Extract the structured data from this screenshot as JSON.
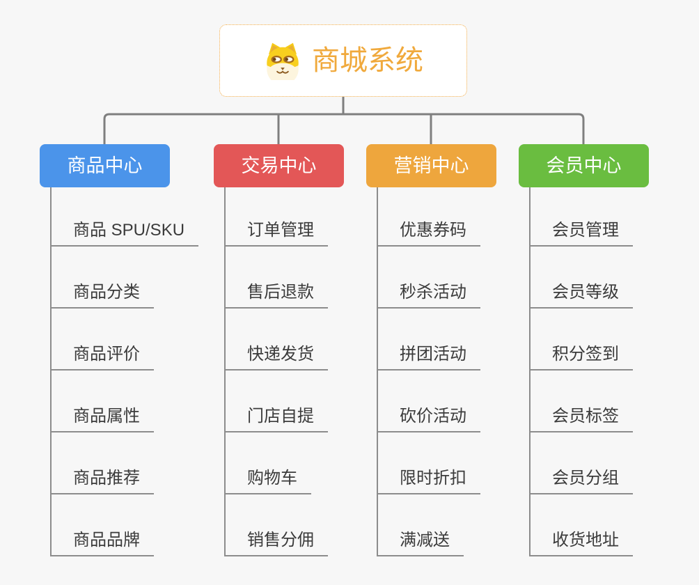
{
  "canvas": {
    "background_color": "#f7f7f7",
    "connector_color": "#7f7f7f",
    "thin_line_color": "#8c8c8c"
  },
  "root": {
    "title": "商城系统",
    "icon": "doge-icon",
    "text_color": "#f0a93c",
    "border_color": "#f2ab45"
  },
  "branches": [
    {
      "id": "product-center",
      "label": "商品中心",
      "color": "#4b94ea",
      "children": [
        {
          "label": "商品 SPU/SKU"
        },
        {
          "label": "商品分类"
        },
        {
          "label": "商品评价"
        },
        {
          "label": "商品属性"
        },
        {
          "label": "商品推荐"
        },
        {
          "label": "商品品牌"
        }
      ]
    },
    {
      "id": "trade-center",
      "label": "交易中心",
      "color": "#e35757",
      "children": [
        {
          "label": "订单管理"
        },
        {
          "label": "售后退款"
        },
        {
          "label": "快递发货"
        },
        {
          "label": "门店自提"
        },
        {
          "label": "购物车"
        },
        {
          "label": "销售分佣"
        }
      ]
    },
    {
      "id": "marketing-center",
      "label": "营销中心",
      "color": "#eea63d",
      "children": [
        {
          "label": "优惠券码"
        },
        {
          "label": "秒杀活动"
        },
        {
          "label": "拼团活动"
        },
        {
          "label": "砍价活动"
        },
        {
          "label": "限时折扣"
        },
        {
          "label": "满减送"
        }
      ]
    },
    {
      "id": "member-center",
      "label": "会员中心",
      "color": "#6abd40",
      "children": [
        {
          "label": "会员管理"
        },
        {
          "label": "会员等级"
        },
        {
          "label": "积分签到"
        },
        {
          "label": "会员标签"
        },
        {
          "label": "会员分组"
        },
        {
          "label": "收货地址"
        }
      ]
    }
  ]
}
